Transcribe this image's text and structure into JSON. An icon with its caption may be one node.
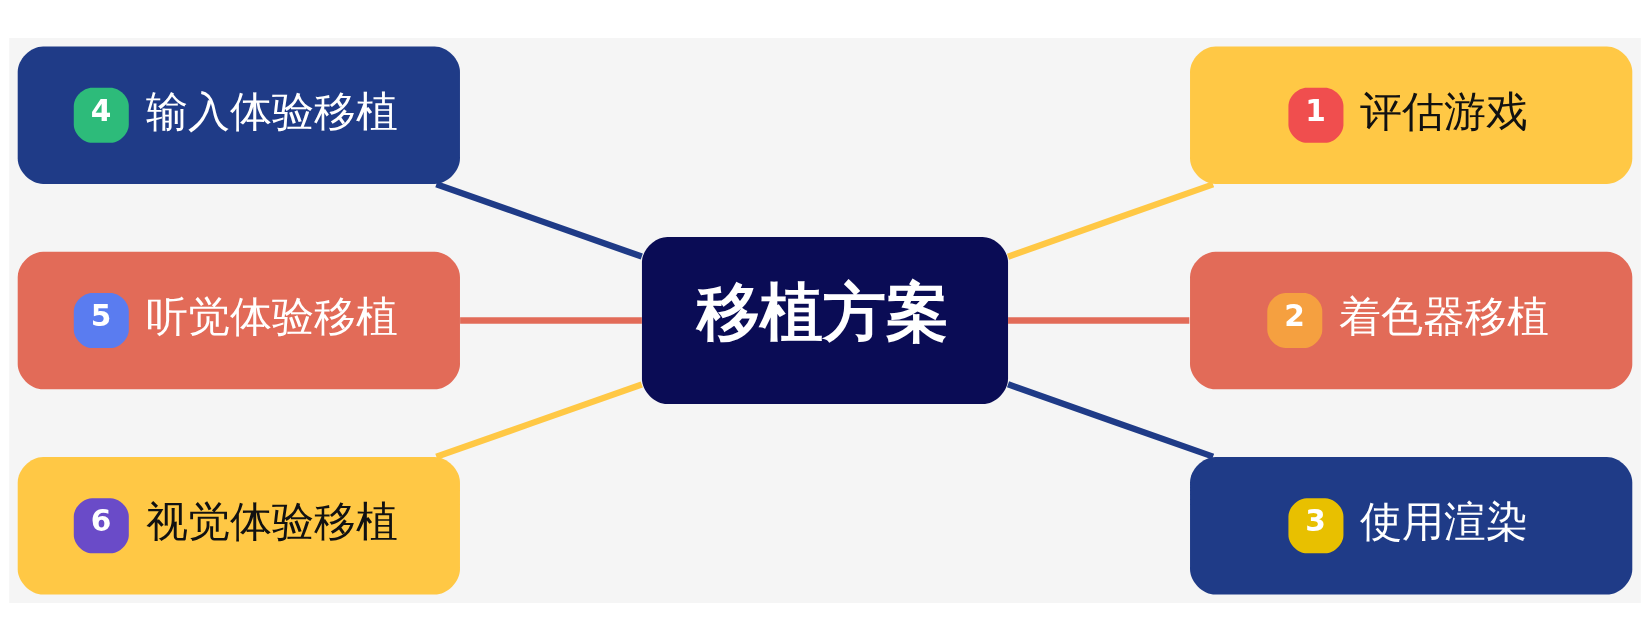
{
  "diagram": {
    "nodes": [
      {
        "text": [
          "移植方案"
        ]
      },
      {
        "text": [
          "1",
          "评估游戏"
        ]
      },
      {
        "text": [
          "2",
          "着色器移植"
        ]
      },
      {
        "text": [
          "3",
          "使用渲染"
        ]
      },
      {
        "text": [
          "4",
          "输入体验移植"
        ]
      },
      {
        "text": [
          "5",
          "听觉体验移植"
        ]
      },
      {
        "text": [
          "6",
          "视觉体验移植"
        ]
      }
    ],
    "edges": [
      {
        "from": 0,
        "to": 1,
        "arrow": "none",
        "color": "#ffc845"
      },
      {
        "from": 0,
        "to": 2,
        "arrow": "none",
        "color": "#e26b58"
      },
      {
        "from": 0,
        "to": 3,
        "arrow": "none",
        "color": "#1f3b87"
      },
      {
        "from": 0,
        "to": 4,
        "arrow": "none",
        "color": "#1f3b87"
      },
      {
        "from": 0,
        "to": 5,
        "arrow": "none",
        "color": "#e26b58"
      },
      {
        "from": 0,
        "to": 6,
        "arrow": "none",
        "color": "#ffc845"
      }
    ]
  }
}
